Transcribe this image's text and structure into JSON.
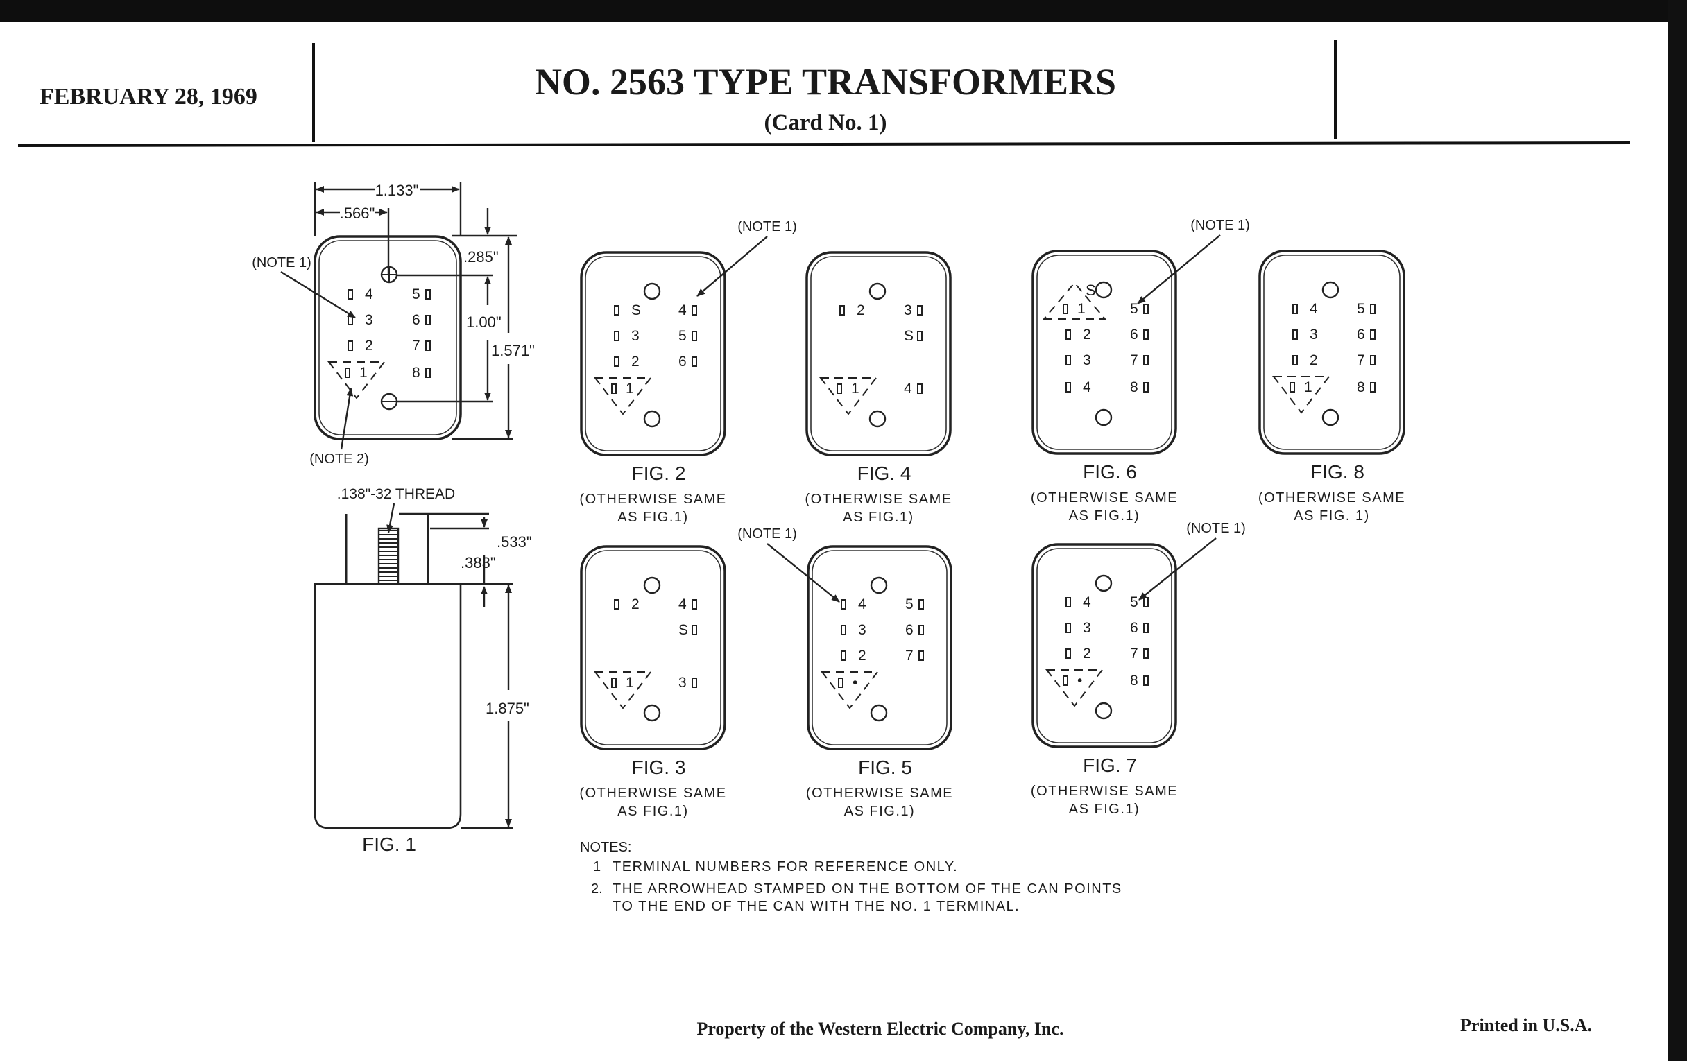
{
  "header": {
    "date": "FEBRUARY 28, 1969",
    "title": "NO. 2563 TYPE TRANSFORMERS",
    "subtitle": "(Card No. 1)"
  },
  "fig1": {
    "caption": "FIG. 1",
    "dim_width": "1.133\"",
    "dim_half_width": ".566\"",
    "dim_top": ".285\"",
    "dim_holes": "1.00\"",
    "dim_height": "1.571\"",
    "note1": "(NOTE 1)",
    "note2": "(NOTE 2)",
    "thread": ".138\"-32 THREAD",
    "dim_stud": ".533\"",
    "dim_terminal": ".383\"",
    "dim_can": "1.875\""
  },
  "figures": [
    {
      "caption": "FIG. 1",
      "left": [
        "4",
        "3",
        "2",
        null
      ],
      "right": [
        "5",
        "6",
        "7",
        "8"
      ],
      "triangle": {
        "label": "1",
        "row": 3,
        "dir": "down"
      }
    },
    {
      "caption": "FIG. 2",
      "sub1": "(OTHERWISE SAME",
      "sub2": "AS FIG.1)",
      "note": "(NOTE 1)",
      "left": [
        "S",
        "3",
        "2",
        null
      ],
      "right": [
        "4",
        "5",
        "6",
        null
      ],
      "triangle": {
        "label": "1",
        "row": 3,
        "dir": "down"
      }
    },
    {
      "caption": "FIG. 4",
      "sub1": "(OTHERWISE SAME",
      "sub2": "AS FIG.1)",
      "left": [
        "2",
        null,
        null,
        null
      ],
      "right": [
        "3",
        "S",
        null,
        "4"
      ],
      "triangle": {
        "label": "1",
        "row": 3,
        "dir": "down"
      }
    },
    {
      "caption": "FIG. 6",
      "sub1": "(OTHERWISE SAME",
      "sub2": "AS FIG.1)",
      "note": "(NOTE 1)",
      "hole_label": "S",
      "left": [
        null,
        "2",
        "3",
        "4"
      ],
      "right": [
        "5",
        "6",
        "7",
        "8"
      ],
      "triangle": {
        "label": "1",
        "row": 0,
        "dir": "up"
      }
    },
    {
      "caption": "FIG. 8",
      "sub1": "(OTHERWISE SAME",
      "sub2": "AS FIG. 1)",
      "left": [
        "4",
        "3",
        "2",
        null
      ],
      "right": [
        "5",
        "6",
        "7",
        "8"
      ],
      "triangle": {
        "label": "1",
        "row": 3,
        "dir": "down"
      }
    },
    {
      "caption": "FIG. 3",
      "sub1": "(OTHERWISE SAME",
      "sub2": "AS FIG.1)",
      "left": [
        "2",
        null,
        null,
        null
      ],
      "right": [
        "4",
        "S",
        null,
        "3"
      ],
      "triangle": {
        "label": "1",
        "row": 3,
        "dir": "down"
      }
    },
    {
      "caption": "FIG. 5",
      "sub1": "(OTHERWISE SAME",
      "sub2": "AS FIG.1)",
      "note": "(NOTE 1)",
      "left": [
        "4",
        "3",
        "2",
        null
      ],
      "right": [
        "5",
        "6",
        "7",
        null
      ],
      "triangle": {
        "label": "•",
        "row": 3,
        "dir": "down"
      }
    },
    {
      "caption": "FIG. 7",
      "sub1": "(OTHERWISE SAME",
      "sub2": "AS FIG.1)",
      "note": "(NOTE 1)",
      "left": [
        "4",
        "3",
        "2",
        null
      ],
      "right": [
        "5",
        "6",
        "7",
        "8"
      ],
      "triangle": {
        "label": "•",
        "row": 3,
        "dir": "down"
      }
    }
  ],
  "notes": {
    "heading": "NOTES:",
    "items": [
      {
        "num": "1",
        "lines": [
          "TERMINAL NUMBERS FOR REFERENCE ONLY."
        ]
      },
      {
        "num": "2.",
        "lines": [
          "THE ARROWHEAD STAMPED ON THE BOTTOM OF THE CAN POINTS",
          "TO THE END OF THE CAN WITH THE NO. 1 TERMINAL."
        ]
      }
    ]
  },
  "footer": {
    "property": "Property of the Western Electric Company, Inc.",
    "printed": "Printed in U.S.A."
  }
}
